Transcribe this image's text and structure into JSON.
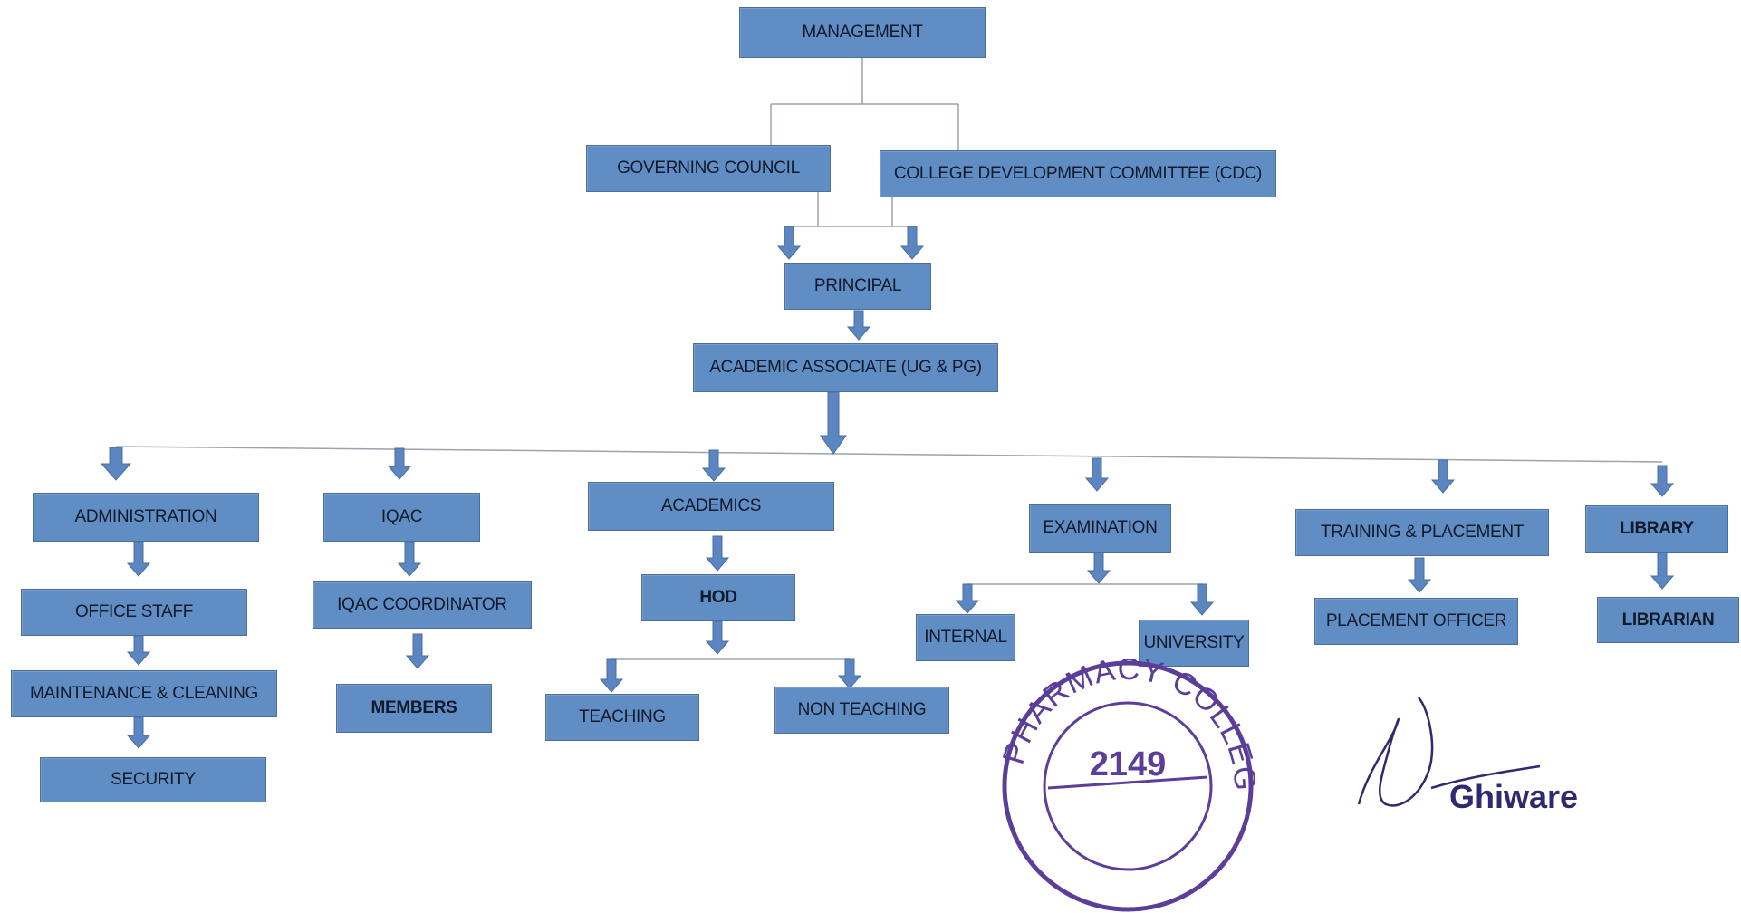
{
  "chart": {
    "nodes": {
      "management": "MANAGEMENT",
      "governing_council": "GOVERNING COUNCIL",
      "cdc": "COLLEGE DEVELOPMENT COMMITTEE (CDC)",
      "principal": "PRINCIPAL",
      "academic_associate": "ACADEMIC ASSOCIATE (UG & PG)",
      "administration": "ADMINISTRATION",
      "office_staff": "OFFICE STAFF",
      "maintenance": "MAINTENANCE & CLEANING",
      "security": "SECURITY",
      "iqac": "IQAC",
      "iqac_coordinator": "IQAC COORDINATOR",
      "members": "MEMBERS",
      "academics": "ACADEMICS",
      "hod": "HOD",
      "teaching": "TEACHING",
      "non_teaching": "NON TEACHING",
      "examination": "EXAMINATION",
      "internal": "INTERNAL",
      "university": "UNIVERSITY",
      "training_placement": "TRAINING & PLACEMENT",
      "placement_officer": "PLACEMENT OFFICER",
      "library": "LIBRARY",
      "librarian": "LIBRARIAN"
    }
  },
  "stamp": {
    "text": "PHARMACY COLLEGE (DEGR",
    "number": "2149"
  },
  "signature": {
    "text": "Ghiware"
  },
  "colors": {
    "box": "#5f8dc4",
    "arrow": "#5b86c2",
    "line": "#9aa3b0",
    "stamp": "#5c3d9a"
  }
}
